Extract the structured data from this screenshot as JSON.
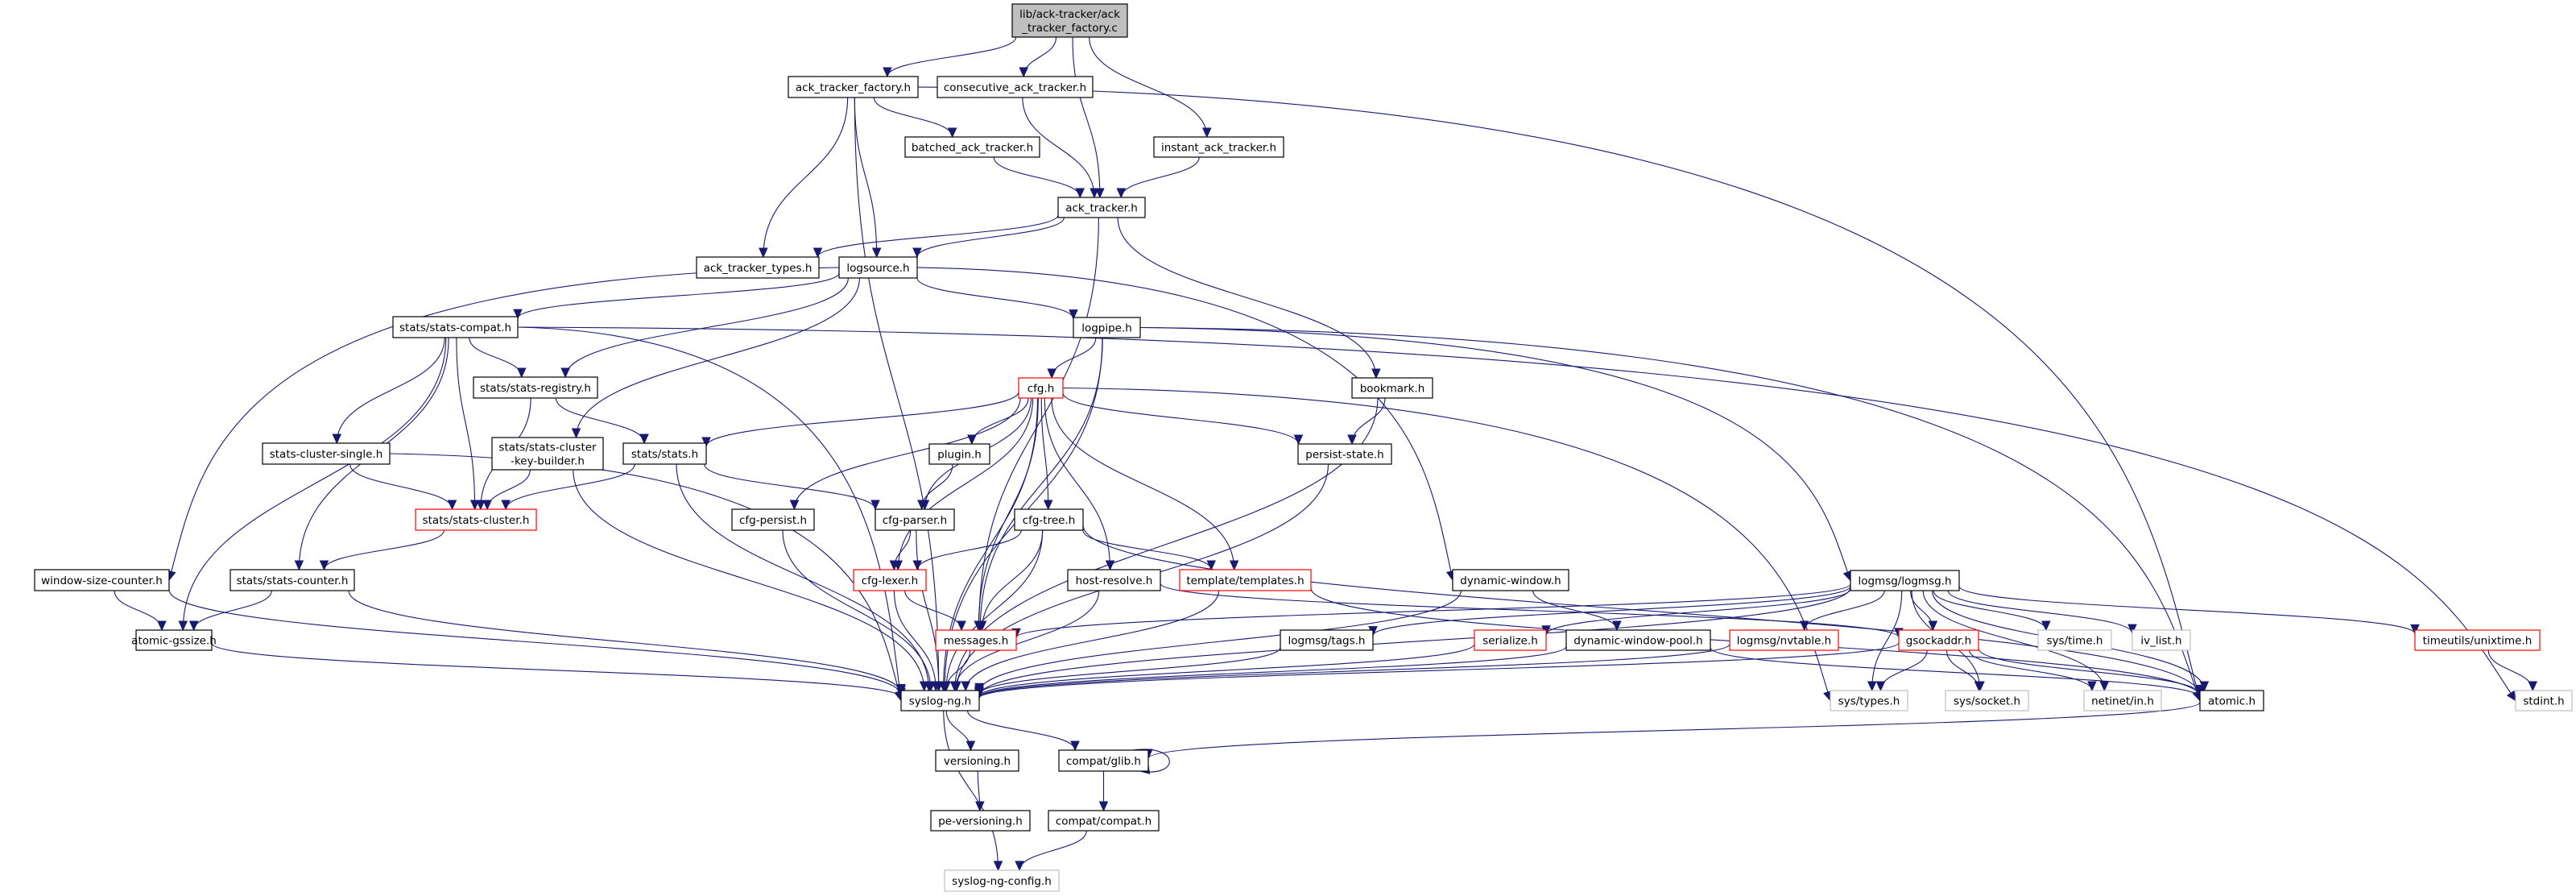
{
  "title": "Include dependency graph for lib/ack-tracker/ack_tracker_factory.c",
  "colors": {
    "edge": "#191970",
    "root_fill": "#bfbfbf",
    "normal_stroke": "#000000",
    "incomplete_stroke": "#ff0000",
    "external_stroke": "#bfbfbf"
  },
  "nodes": {
    "root": {
      "lines": [
        "lib/ack-tracker/ack",
        "_tracker_factory.c"
      ],
      "style": "root"
    },
    "ack_tracker_factory_h": {
      "lines": [
        "ack_tracker_factory.h"
      ],
      "style": "normal"
    },
    "consecutive_ack_tracker_h": {
      "lines": [
        "consecutive_ack_tracker.h"
      ],
      "style": "normal"
    },
    "batched_ack_tracker_h": {
      "lines": [
        "batched_ack_tracker.h"
      ],
      "style": "normal"
    },
    "instant_ack_tracker_h": {
      "lines": [
        "instant_ack_tracker.h"
      ],
      "style": "normal"
    },
    "ack_tracker_h": {
      "lines": [
        "ack_tracker.h"
      ],
      "style": "normal"
    },
    "ack_tracker_types_h": {
      "lines": [
        "ack_tracker_types.h"
      ],
      "style": "normal"
    },
    "logsource_h": {
      "lines": [
        "logsource.h"
      ],
      "style": "normal"
    },
    "stats_compat_h": {
      "lines": [
        "stats/stats-compat.h"
      ],
      "style": "normal"
    },
    "logpipe_h": {
      "lines": [
        "logpipe.h"
      ],
      "style": "normal"
    },
    "stats_registry_h": {
      "lines": [
        "stats/stats-registry.h"
      ],
      "style": "normal"
    },
    "cfg_h": {
      "lines": [
        "cfg.h"
      ],
      "style": "incomplete"
    },
    "bookmark_h": {
      "lines": [
        "bookmark.h"
      ],
      "style": "normal"
    },
    "stats_cluster_single_h": {
      "lines": [
        "stats-cluster-single.h"
      ],
      "style": "normal"
    },
    "stats_cluster_key_builder_h": {
      "lines": [
        "stats/stats-cluster",
        "-key-builder.h"
      ],
      "style": "normal"
    },
    "stats_h": {
      "lines": [
        "stats/stats.h"
      ],
      "style": "normal"
    },
    "plugin_h": {
      "lines": [
        "plugin.h"
      ],
      "style": "normal"
    },
    "persist_state_h": {
      "lines": [
        "persist-state.h"
      ],
      "style": "normal"
    },
    "stats_cluster_h": {
      "lines": [
        "stats/stats-cluster.h"
      ],
      "style": "incomplete"
    },
    "cfg_persist_h": {
      "lines": [
        "cfg-persist.h"
      ],
      "style": "normal"
    },
    "cfg_parser_h": {
      "lines": [
        "cfg-parser.h"
      ],
      "style": "normal"
    },
    "cfg_tree_h": {
      "lines": [
        "cfg-tree.h"
      ],
      "style": "normal"
    },
    "window_size_counter_h": {
      "lines": [
        "window-size-counter.h"
      ],
      "style": "normal"
    },
    "stats_counter_h": {
      "lines": [
        "stats/stats-counter.h"
      ],
      "style": "normal"
    },
    "cfg_lexer_h": {
      "lines": [
        "cfg-lexer.h"
      ],
      "style": "incomplete"
    },
    "host_resolve_h": {
      "lines": [
        "host-resolve.h"
      ],
      "style": "normal"
    },
    "templates_h": {
      "lines": [
        "template/templates.h"
      ],
      "style": "incomplete"
    },
    "dynamic_window_h": {
      "lines": [
        "dynamic-window.h"
      ],
      "style": "normal"
    },
    "logmsg_h": {
      "lines": [
        "logmsg/logmsg.h"
      ],
      "style": "normal"
    },
    "atomic_gssize_h": {
      "lines": [
        "atomic-gssize.h"
      ],
      "style": "normal"
    },
    "messages_h": {
      "lines": [
        "messages.h"
      ],
      "style": "incomplete"
    },
    "logmsg_tags_h": {
      "lines": [
        "logmsg/tags.h"
      ],
      "style": "normal"
    },
    "serialize_h": {
      "lines": [
        "serialize.h"
      ],
      "style": "incomplete"
    },
    "dynamic_window_pool_h": {
      "lines": [
        "dynamic-window-pool.h"
      ],
      "style": "normal"
    },
    "nvtable_h": {
      "lines": [
        "logmsg/nvtable.h"
      ],
      "style": "incomplete"
    },
    "gsockaddr_h": {
      "lines": [
        "gsockaddr.h"
      ],
      "style": "incomplete"
    },
    "sys_time_h": {
      "lines": [
        "sys/time.h"
      ],
      "style": "external"
    },
    "iv_list_h": {
      "lines": [
        "iv_list.h"
      ],
      "style": "external"
    },
    "unixtime_h": {
      "lines": [
        "timeutils/unixtime.h"
      ],
      "style": "incomplete"
    },
    "syslog_ng_h": {
      "lines": [
        "syslog-ng.h"
      ],
      "style": "normal"
    },
    "sys_types_h": {
      "lines": [
        "sys/types.h"
      ],
      "style": "external"
    },
    "sys_socket_h": {
      "lines": [
        "sys/socket.h"
      ],
      "style": "external"
    },
    "netinet_in_h": {
      "lines": [
        "netinet/in.h"
      ],
      "style": "external"
    },
    "atomic_h": {
      "lines": [
        "atomic.h"
      ],
      "style": "normal"
    },
    "stdint_h": {
      "lines": [
        "stdint.h"
      ],
      "style": "external"
    },
    "versioning_h": {
      "lines": [
        "versioning.h"
      ],
      "style": "normal"
    },
    "compat_glib_h": {
      "lines": [
        "compat/glib.h"
      ],
      "style": "normal"
    },
    "pe_versioning_h": {
      "lines": [
        "pe-versioning.h"
      ],
      "style": "normal"
    },
    "compat_compat_h": {
      "lines": [
        "compat/compat.h"
      ],
      "style": "normal"
    },
    "syslog_ng_config_h": {
      "lines": [
        "syslog-ng-config.h"
      ],
      "style": "external"
    }
  },
  "edges": [
    [
      "root",
      "ack_tracker_factory_h"
    ],
    [
      "root",
      "consecutive_ack_tracker_h"
    ],
    [
      "root",
      "ack_tracker_h"
    ],
    [
      "root",
      "instant_ack_tracker_h"
    ],
    [
      "ack_tracker_factory_h",
      "ack_tracker_types_h"
    ],
    [
      "ack_tracker_factory_h",
      "logsource_h"
    ],
    [
      "ack_tracker_factory_h",
      "batched_ack_tracker_h"
    ],
    [
      "ack_tracker_factory_h",
      "syslog_ng_h"
    ],
    [
      "ack_tracker_factory_h",
      "atomic_h"
    ],
    [
      "consecutive_ack_tracker_h",
      "ack_tracker_h"
    ],
    [
      "batched_ack_tracker_h",
      "ack_tracker_h"
    ],
    [
      "instant_ack_tracker_h",
      "ack_tracker_h"
    ],
    [
      "ack_tracker_h",
      "ack_tracker_types_h"
    ],
    [
      "ack_tracker_h",
      "logsource_h"
    ],
    [
      "ack_tracker_h",
      "bookmark_h"
    ],
    [
      "ack_tracker_h",
      "messages_h"
    ],
    [
      "logsource_h",
      "stats_compat_h"
    ],
    [
      "logsource_h",
      "logpipe_h"
    ],
    [
      "logsource_h",
      "stats_registry_h"
    ],
    [
      "logsource_h",
      "stats_cluster_key_builder_h"
    ],
    [
      "logsource_h",
      "window_size_counter_h"
    ],
    [
      "logsource_h",
      "dynamic_window_h"
    ],
    [
      "stats_compat_h",
      "stats_registry_h"
    ],
    [
      "stats_compat_h",
      "stats_cluster_single_h"
    ],
    [
      "stats_compat_h",
      "stats_cluster_h"
    ],
    [
      "stats_compat_h",
      "stats_counter_h"
    ],
    [
      "stats_compat_h",
      "atomic_gssize_h"
    ],
    [
      "stats_compat_h",
      "syslog_ng_h"
    ],
    [
      "stats_compat_h",
      "stdint_h"
    ],
    [
      "logpipe_h",
      "cfg_h"
    ],
    [
      "logpipe_h",
      "messages_h"
    ],
    [
      "logpipe_h",
      "syslog_ng_h"
    ],
    [
      "logpipe_h",
      "logmsg_h"
    ],
    [
      "logpipe_h",
      "atomic_h"
    ],
    [
      "stats_registry_h",
      "stats_h"
    ],
    [
      "stats_registry_h",
      "stats_cluster_h"
    ],
    [
      "cfg_h",
      "stats_h"
    ],
    [
      "cfg_h",
      "plugin_h"
    ],
    [
      "cfg_h",
      "persist_state_h"
    ],
    [
      "cfg_h",
      "cfg_persist_h"
    ],
    [
      "cfg_h",
      "cfg_parser_h"
    ],
    [
      "cfg_h",
      "cfg_tree_h"
    ],
    [
      "cfg_h",
      "cfg_lexer_h"
    ],
    [
      "cfg_h",
      "host_resolve_h"
    ],
    [
      "cfg_h",
      "templates_h"
    ],
    [
      "cfg_h",
      "messages_h"
    ],
    [
      "cfg_h",
      "syslog_ng_h"
    ],
    [
      "cfg_h",
      "sys_types_h"
    ],
    [
      "bookmark_h",
      "persist_state_h"
    ],
    [
      "bookmark_h",
      "syslog_ng_h"
    ],
    [
      "stats_cluster_single_h",
      "stats_cluster_h"
    ],
    [
      "stats_cluster_single_h",
      "syslog_ng_h"
    ],
    [
      "stats_cluster_key_builder_h",
      "stats_cluster_h"
    ],
    [
      "stats_cluster_key_builder_h",
      "syslog_ng_h"
    ],
    [
      "stats_h",
      "stats_cluster_h"
    ],
    [
      "stats_h",
      "cfg_parser_h"
    ],
    [
      "stats_h",
      "syslog_ng_h"
    ],
    [
      "plugin_h",
      "cfg_parser_h"
    ],
    [
      "persist_state_h",
      "syslog_ng_h"
    ],
    [
      "stats_cluster_h",
      "stats_counter_h"
    ],
    [
      "cfg_persist_h",
      "syslog_ng_h"
    ],
    [
      "cfg_parser_h",
      "cfg_lexer_h"
    ],
    [
      "cfg_parser_h",
      "syslog_ng_h"
    ],
    [
      "cfg_tree_h",
      "cfg_lexer_h"
    ],
    [
      "cfg_tree_h",
      "templates_h"
    ],
    [
      "cfg_tree_h",
      "messages_h"
    ],
    [
      "cfg_tree_h",
      "syslog_ng_h"
    ],
    [
      "cfg_tree_h",
      "atomic_h"
    ],
    [
      "window_size_counter_h",
      "atomic_gssize_h"
    ],
    [
      "window_size_counter_h",
      "syslog_ng_h"
    ],
    [
      "stats_counter_h",
      "atomic_gssize_h"
    ],
    [
      "stats_counter_h",
      "syslog_ng_h"
    ],
    [
      "cfg_lexer_h",
      "messages_h"
    ],
    [
      "cfg_lexer_h",
      "syslog_ng_h"
    ],
    [
      "host_resolve_h",
      "syslog_ng_h"
    ],
    [
      "host_resolve_h",
      "gsockaddr_h"
    ],
    [
      "templates_h",
      "syslog_ng_h"
    ],
    [
      "templates_h",
      "atomic_h"
    ],
    [
      "dynamic_window_h",
      "dynamic_window_pool_h"
    ],
    [
      "dynamic_window_h",
      "syslog_ng_h"
    ],
    [
      "logmsg_h",
      "messages_h"
    ],
    [
      "logmsg_h",
      "logmsg_tags_h"
    ],
    [
      "logmsg_h",
      "serialize_h"
    ],
    [
      "logmsg_h",
      "nvtable_h"
    ],
    [
      "logmsg_h",
      "gsockaddr_h"
    ],
    [
      "logmsg_h",
      "sys_time_h"
    ],
    [
      "logmsg_h",
      "iv_list_h"
    ],
    [
      "logmsg_h",
      "unixtime_h"
    ],
    [
      "logmsg_h",
      "syslog_ng_h"
    ],
    [
      "logmsg_h",
      "sys_types_h"
    ],
    [
      "logmsg_h",
      "sys_socket_h"
    ],
    [
      "logmsg_h",
      "netinet_in_h"
    ],
    [
      "logmsg_h",
      "atomic_h"
    ],
    [
      "atomic_gssize_h",
      "syslog_ng_h"
    ],
    [
      "messages_h",
      "syslog_ng_h"
    ],
    [
      "logmsg_tags_h",
      "syslog_ng_h"
    ],
    [
      "serialize_h",
      "syslog_ng_h"
    ],
    [
      "dynamic_window_pool_h",
      "syslog_ng_h"
    ],
    [
      "dynamic_window_pool_h",
      "atomic_h"
    ],
    [
      "nvtable_h",
      "syslog_ng_h"
    ],
    [
      "gsockaddr_h",
      "syslog_ng_h"
    ],
    [
      "gsockaddr_h",
      "sys_types_h"
    ],
    [
      "gsockaddr_h",
      "sys_socket_h"
    ],
    [
      "gsockaddr_h",
      "netinet_in_h"
    ],
    [
      "gsockaddr_h",
      "atomic_h"
    ],
    [
      "unixtime_h",
      "stdint_h"
    ],
    [
      "atomic_h",
      "compat_glib_h"
    ],
    [
      "syslog_ng_h",
      "versioning_h"
    ],
    [
      "syslog_ng_h",
      "compat_glib_h"
    ],
    [
      "syslog_ng_h",
      "syslog_ng_config_h"
    ],
    [
      "versioning_h",
      "pe_versioning_h"
    ],
    [
      "compat_glib_h",
      "compat_glib_h"
    ],
    [
      "compat_glib_h",
      "compat_compat_h"
    ],
    [
      "compat_compat_h",
      "syslog_ng_config_h"
    ]
  ]
}
